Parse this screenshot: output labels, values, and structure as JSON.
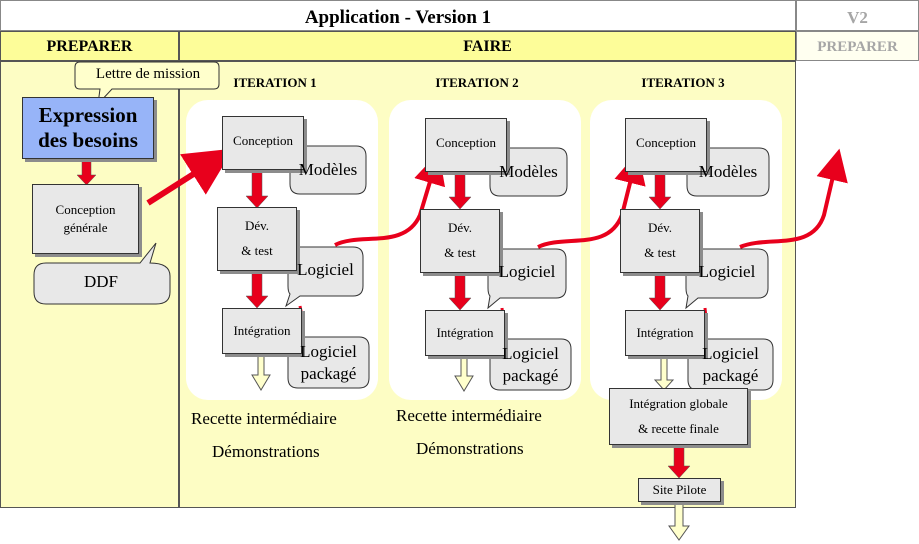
{
  "title": "Application - Version 1",
  "v2_label": "V2",
  "phases": {
    "preparer": "PREPARER",
    "faire": "FAIRE",
    "preparer_v2": "PREPARER"
  },
  "mission_note": "Lettre de mission",
  "expression_besoins": {
    "line1": "Expression",
    "line2": "des besoins"
  },
  "conception_generale": {
    "line1": "Conception",
    "line2": "générale"
  },
  "ddf": "DDF",
  "iterations": [
    {
      "title": "ITERATION 1",
      "conception": "Conception",
      "dev_line1": "Dév.",
      "dev_line2": "& test",
      "integration": "Intégration",
      "modeles": "Modèles",
      "logiciel": "Logiciel",
      "pack_line1": "Logiciel",
      "pack_line2": "packagé"
    },
    {
      "title": "ITERATION 2",
      "conception": "Conception",
      "dev_line1": "Dév.",
      "dev_line2": "& test",
      "integration": "Intégration",
      "modeles": "Modèles",
      "logiciel": "Logiciel",
      "pack_line1": "Logiciel",
      "pack_line2": "packagé"
    },
    {
      "title": "ITERATION 3",
      "conception": "Conception",
      "dev_line1": "Dév.",
      "dev_line2": "& test",
      "integration": "Intégration",
      "modeles": "Modèles",
      "logiciel": "Logiciel",
      "pack_line1": "Logiciel",
      "pack_line2": "packagé"
    }
  ],
  "recette": [
    "Recette intermédiaire",
    "Recette intermédiaire"
  ],
  "demonstrations": [
    "Démonstrations",
    "Démonstrations"
  ],
  "integration_globale": {
    "line1": "Intégration globale",
    "line2": "& recette finale"
  },
  "site_pilote": "Site Pilote",
  "colors": {
    "phase_bar": "#fdfd99",
    "panel": "#fdfdc4",
    "card": "#ffffff",
    "gray_box": "#e8e8e8",
    "expression_box": "#97b4f8",
    "arrow_red": "#e8001c",
    "note_fill": "#ffffcc"
  }
}
